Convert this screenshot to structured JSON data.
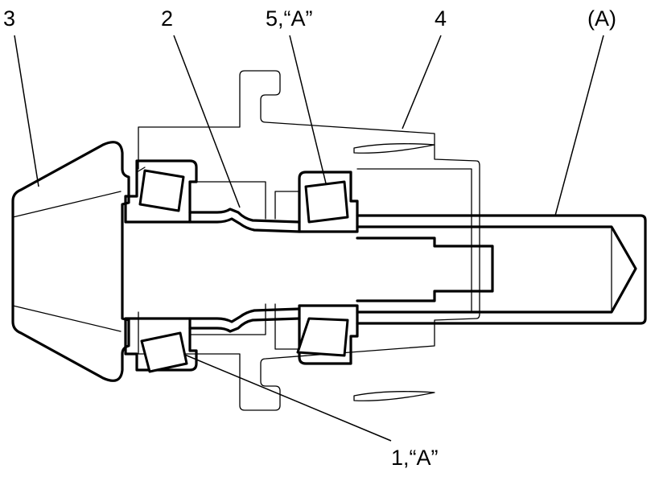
{
  "callouts": {
    "c3": "3",
    "c2": "2",
    "c5a": "5,“A”",
    "c4": "4",
    "cA": "(A)",
    "c1a": "1,“A”"
  },
  "colors": {
    "line": "#000000",
    "background": "#ffffff"
  }
}
